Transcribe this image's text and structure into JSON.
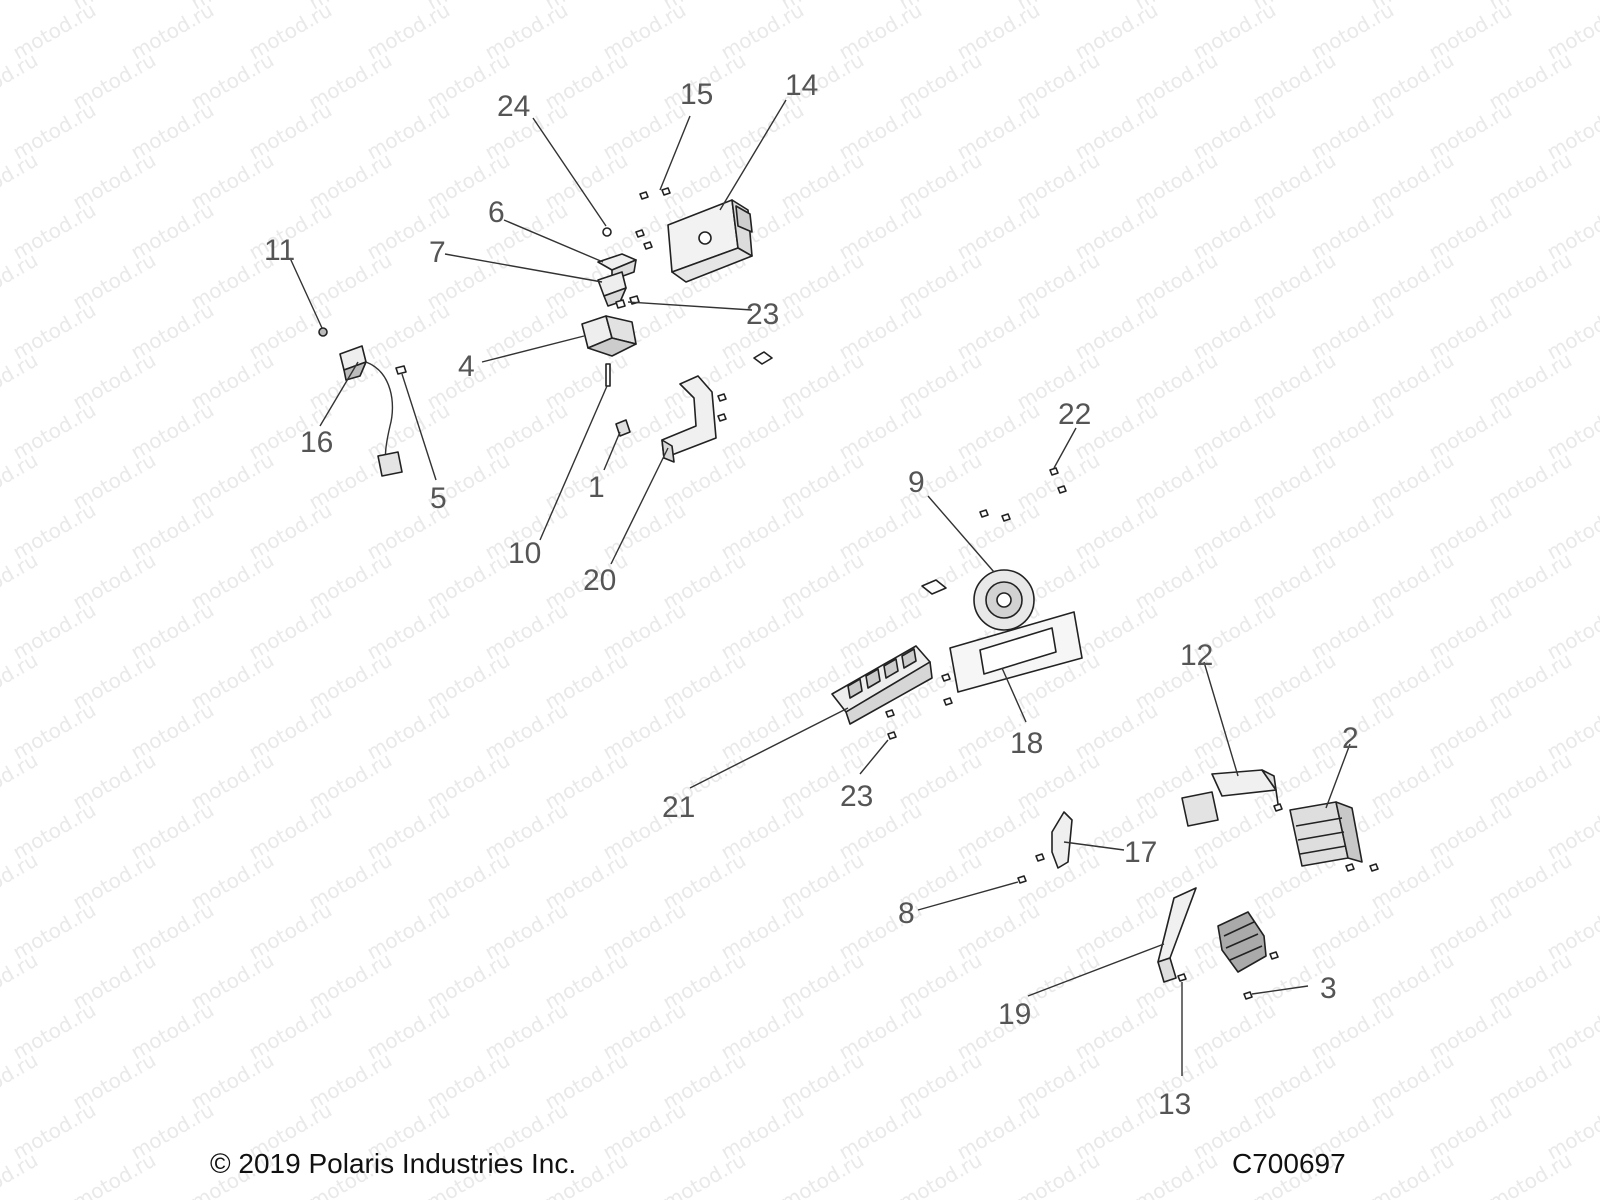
{
  "watermark": "motod.ru",
  "footer": {
    "copyright": "© 2019 Polaris Industries Inc.",
    "drawing_number": "C700697"
  },
  "callouts": {
    "c24": "24",
    "c15": "15",
    "c14": "14",
    "c6": "6",
    "c7": "7",
    "c11": "11",
    "c23a": "23",
    "c4": "4",
    "c16": "16",
    "c5": "5",
    "c1": "1",
    "c10": "10",
    "c20": "20",
    "c22": "22",
    "c9": "9",
    "c12": "12",
    "c2": "2",
    "c18": "18",
    "c21": "21",
    "c23b": "23",
    "c17": "17",
    "c8": "8",
    "c19": "19",
    "c3": "3",
    "c13": "13"
  }
}
